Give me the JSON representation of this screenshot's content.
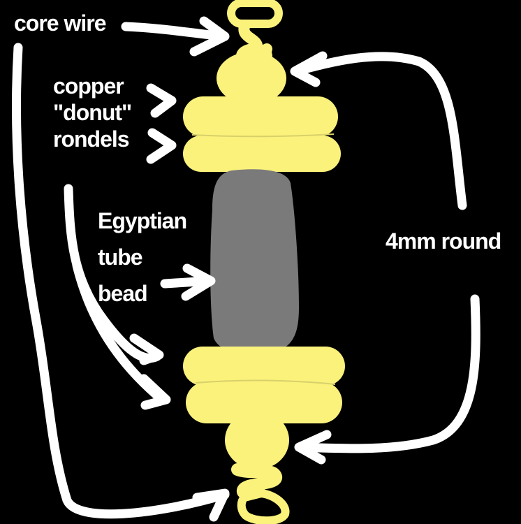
{
  "labels": {
    "core_wire": "core wire",
    "copper_line1": "copper",
    "copper_line2": "\"donut\"",
    "copper_line3": "rondels",
    "egyptian_line1": "Egyptian",
    "egyptian_line2": "tube",
    "egyptian_line3": "bead",
    "round_bead": "4mm round"
  },
  "colors": {
    "background": "#000000",
    "annotation": "#ffffff",
    "copper_bead": "#fbf27c",
    "tube_bead": "#7a7a7a"
  }
}
